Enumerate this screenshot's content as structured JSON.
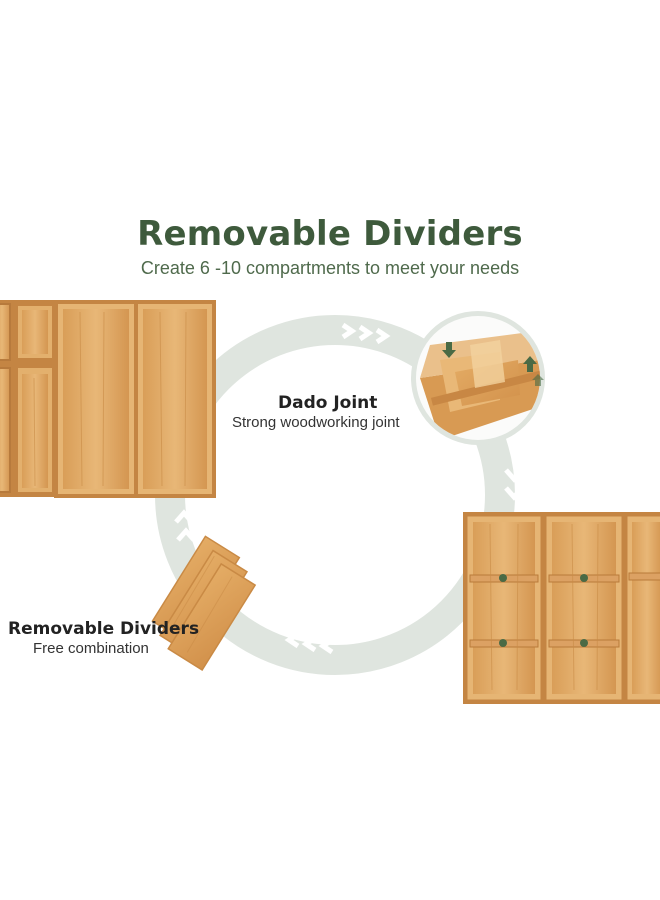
{
  "header": {
    "title": "Removable Dividers",
    "subtitle": "Create 6 -10 compartments to meet your needs"
  },
  "callouts": {
    "dado_joint": {
      "title": "Dado Joint",
      "subtitle": "Strong woodworking joint"
    },
    "removable_dividers": {
      "title": "Removable Dividers",
      "subtitle": "Free combination"
    }
  },
  "colors": {
    "heading_green": "#3e5a3c",
    "ring_gray": "#dfe5df",
    "bamboo": "#d9a55e",
    "bamboo_dark": "#b97a3a",
    "arrow_white": "#ffffff",
    "knob_green": "#4a6a45"
  },
  "icons": [
    "chevron-arrow-icon",
    "up-arrow-icon",
    "down-arrow-icon"
  ]
}
